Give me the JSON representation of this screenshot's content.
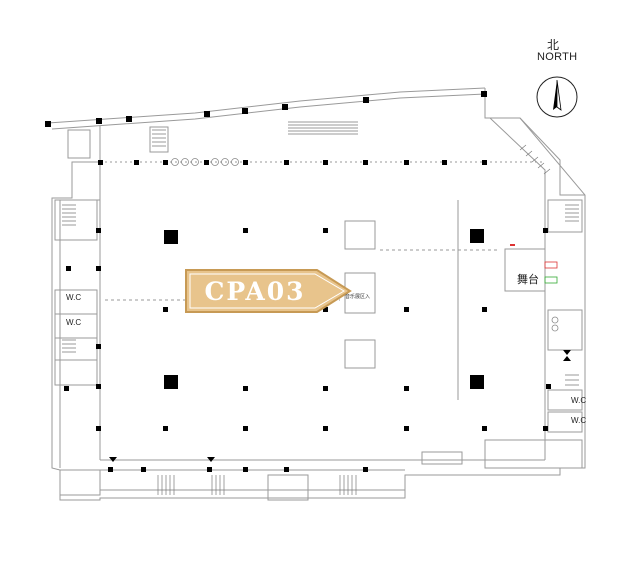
{
  "compass": {
    "cn": "北",
    "en": "NORTH",
    "icon": "north-arrow-icon"
  },
  "booth": {
    "label": "CPA03",
    "fill": "#e8c48c",
    "stroke": "#c79a55"
  },
  "stage": {
    "label": "舞台"
  },
  "wc": {
    "label": "W.C"
  },
  "small_label": "音乐展区入",
  "colors": {
    "column": "#000000",
    "wall": "#9a9a9a",
    "accent_red": "#d33",
    "accent_green": "#3a3"
  }
}
